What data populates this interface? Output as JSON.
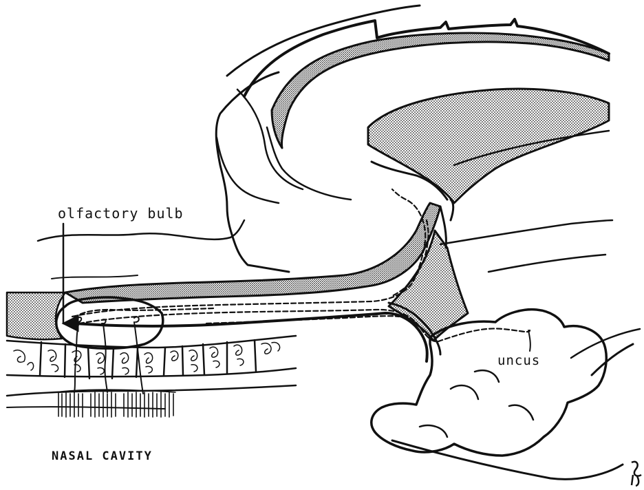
{
  "labels": {
    "olfactory_bulb": "olfactory bulb",
    "uncus": "uncus",
    "nasal_cavity": "NASAL CAVITY"
  },
  "colors": {
    "ink": "#111111",
    "background": "#ffffff"
  }
}
